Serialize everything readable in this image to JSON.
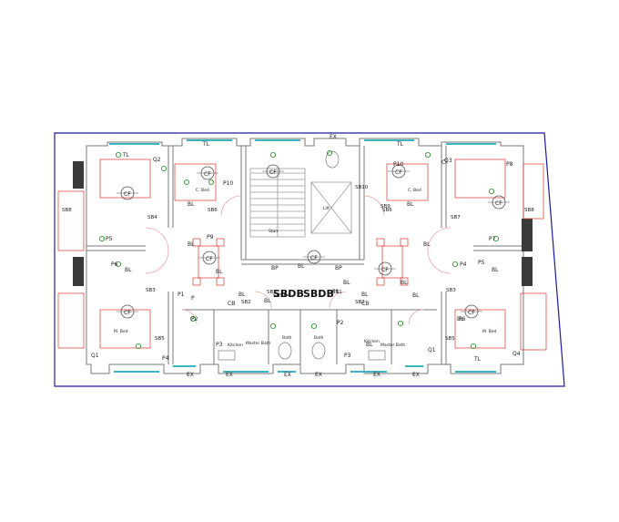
{
  "colors": {
    "frame": "#1a1aa8",
    "wall": "#7a7a7a",
    "wall_light": "#b5b5b5",
    "furniture": "#d9342b",
    "symbol": "#2a9d2a",
    "window": "#3cb4c4",
    "dark_block": "#3a3a3a",
    "pink": "#e07aa6",
    "text": "#222222"
  },
  "labels": {
    "ex": [
      "EX",
      "EX",
      "EX",
      "EX",
      "EX",
      "EX",
      "EX"
    ],
    "sb": [
      "SB8",
      "SB8",
      "SB6",
      "SB6",
      "SB5",
      "SB5",
      "SB10",
      "SB9",
      "SB7",
      "SB4",
      "SB3",
      "SB3",
      "SB2",
      "SB2",
      "SB1",
      "SB1",
      "SB3",
      "SB4"
    ],
    "p": [
      "P1",
      "P2",
      "P3",
      "P4",
      "P5",
      "P6",
      "P7",
      "P8",
      "P9",
      "P10",
      "P10",
      "P4",
      "P5",
      "P6",
      "P3",
      "P2",
      "P1",
      "P"
    ],
    "cf": [
      "CF",
      "CF",
      "CF",
      "CF",
      "CF",
      "CF",
      "CF",
      "CF",
      "CF",
      "CF"
    ],
    "bl": [
      "BL",
      "BL",
      "BL",
      "BL",
      "BL",
      "BL",
      "BL",
      "BL",
      "BL",
      "BL",
      "BL",
      "BL",
      "BL",
      "BL",
      "BL",
      "BL"
    ],
    "misc": [
      "TL",
      "TL",
      "TL",
      "TL",
      "CB",
      "CB",
      "BP",
      "BP",
      "Q1",
      "Q1",
      "Q2",
      "Q3",
      "Q4",
      "Cl"
    ],
    "rooms": [
      "M. Bed",
      "Master Bath",
      "C. Bed",
      "Kitchen",
      "Bath",
      "Lift",
      "Stair",
      "M. Bed",
      "Master Bath",
      "C. Bed",
      "Kitchen",
      "Bath"
    ]
  }
}
